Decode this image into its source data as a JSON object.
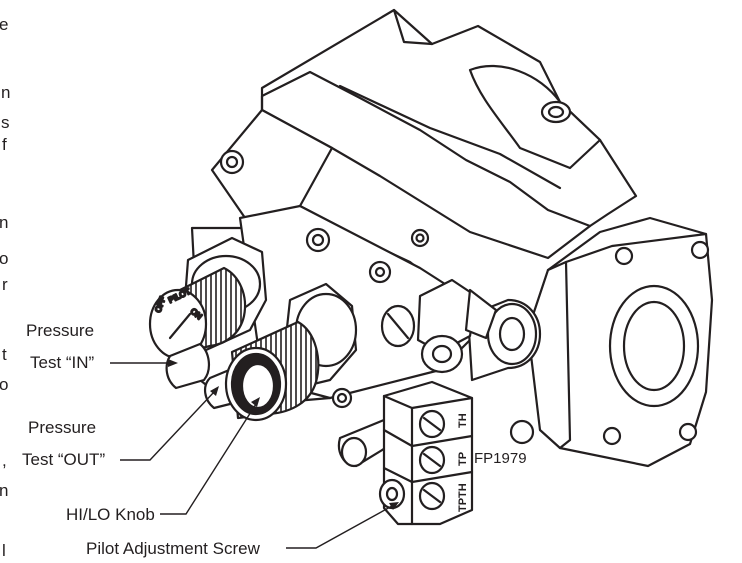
{
  "figure_id": "FP1979",
  "callouts": {
    "pressure_in_line1": "Pressure",
    "pressure_in_line2": "Test “IN”",
    "pressure_out_line1": "Pressure",
    "pressure_out_line2": "Test “OUT”",
    "hilo_knob": "HI/LO Knob",
    "pilot_screw": "Pilot Adjustment Screw"
  },
  "knob_markings": {
    "off": "OFF",
    "pilot": "PILOT",
    "on": "ON"
  },
  "terminal_labels": {
    "top": "TH",
    "middle": "TP",
    "bottom": "TPTH"
  },
  "edge_fragments": [
    "e",
    "n",
    "s",
    "f",
    "n",
    "o",
    "r",
    "t",
    "o",
    ",",
    "n",
    "l"
  ]
}
